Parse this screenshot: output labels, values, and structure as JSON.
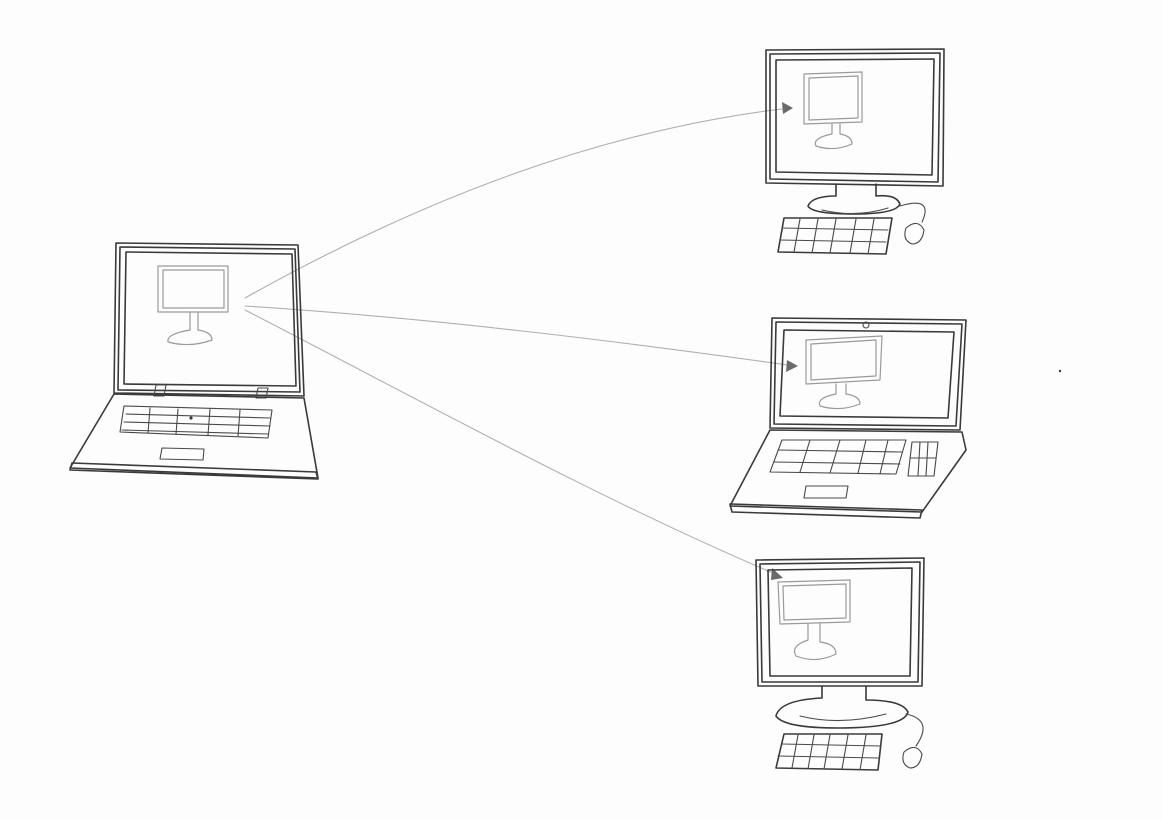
{
  "diagram": {
    "nodes": [
      {
        "id": "source",
        "kind": "laptop",
        "icon": "laptop-icon"
      },
      {
        "id": "target-1",
        "kind": "desktop",
        "icon": "desktop-computer-icon"
      },
      {
        "id": "target-2",
        "kind": "laptop",
        "icon": "laptop-icon"
      },
      {
        "id": "target-3",
        "kind": "desktop",
        "icon": "desktop-computer-icon"
      }
    ],
    "edges": [
      {
        "from": "source",
        "to": "target-1",
        "arrow": "end"
      },
      {
        "from": "source",
        "to": "target-2",
        "arrow": "end"
      },
      {
        "from": "source",
        "to": "target-3",
        "arrow": "end"
      }
    ],
    "colors": {
      "ink": "#3a3a3a",
      "pencil": "#9a9a9a",
      "connector": "#b0b0b0",
      "background": "#fdfdfd"
    }
  }
}
